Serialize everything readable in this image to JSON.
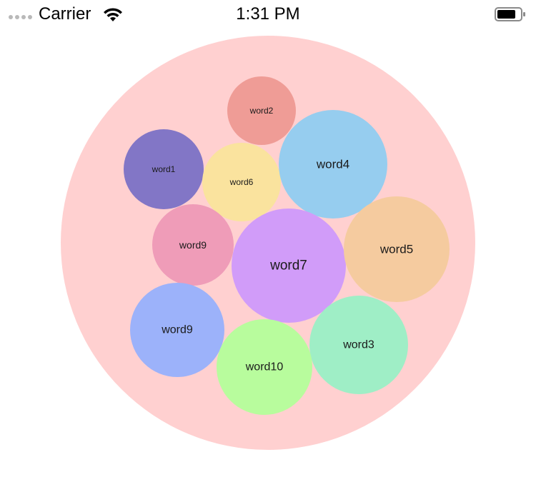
{
  "status_bar": {
    "carrier": "Carrier",
    "time": "1:31 PM"
  },
  "chart_data": {
    "type": "bubble",
    "background_color": "#ffd0d0",
    "bubbles": [
      {
        "label": "word2",
        "color": "#ef9c96"
      },
      {
        "label": "word1",
        "color": "#8276c6"
      },
      {
        "label": "word6",
        "color": "#fae39e"
      },
      {
        "label": "word4",
        "color": "#96cdef"
      },
      {
        "label": "word9",
        "color": "#ef9cb8"
      },
      {
        "label": "word7",
        "color": "#d19cf9"
      },
      {
        "label": "word5",
        "color": "#f5cb9f"
      },
      {
        "label": "word9",
        "color": "#9cb2fa"
      },
      {
        "label": "word3",
        "color": "#9feec6"
      },
      {
        "label": "word10",
        "color": "#b8fc9d"
      }
    ]
  }
}
